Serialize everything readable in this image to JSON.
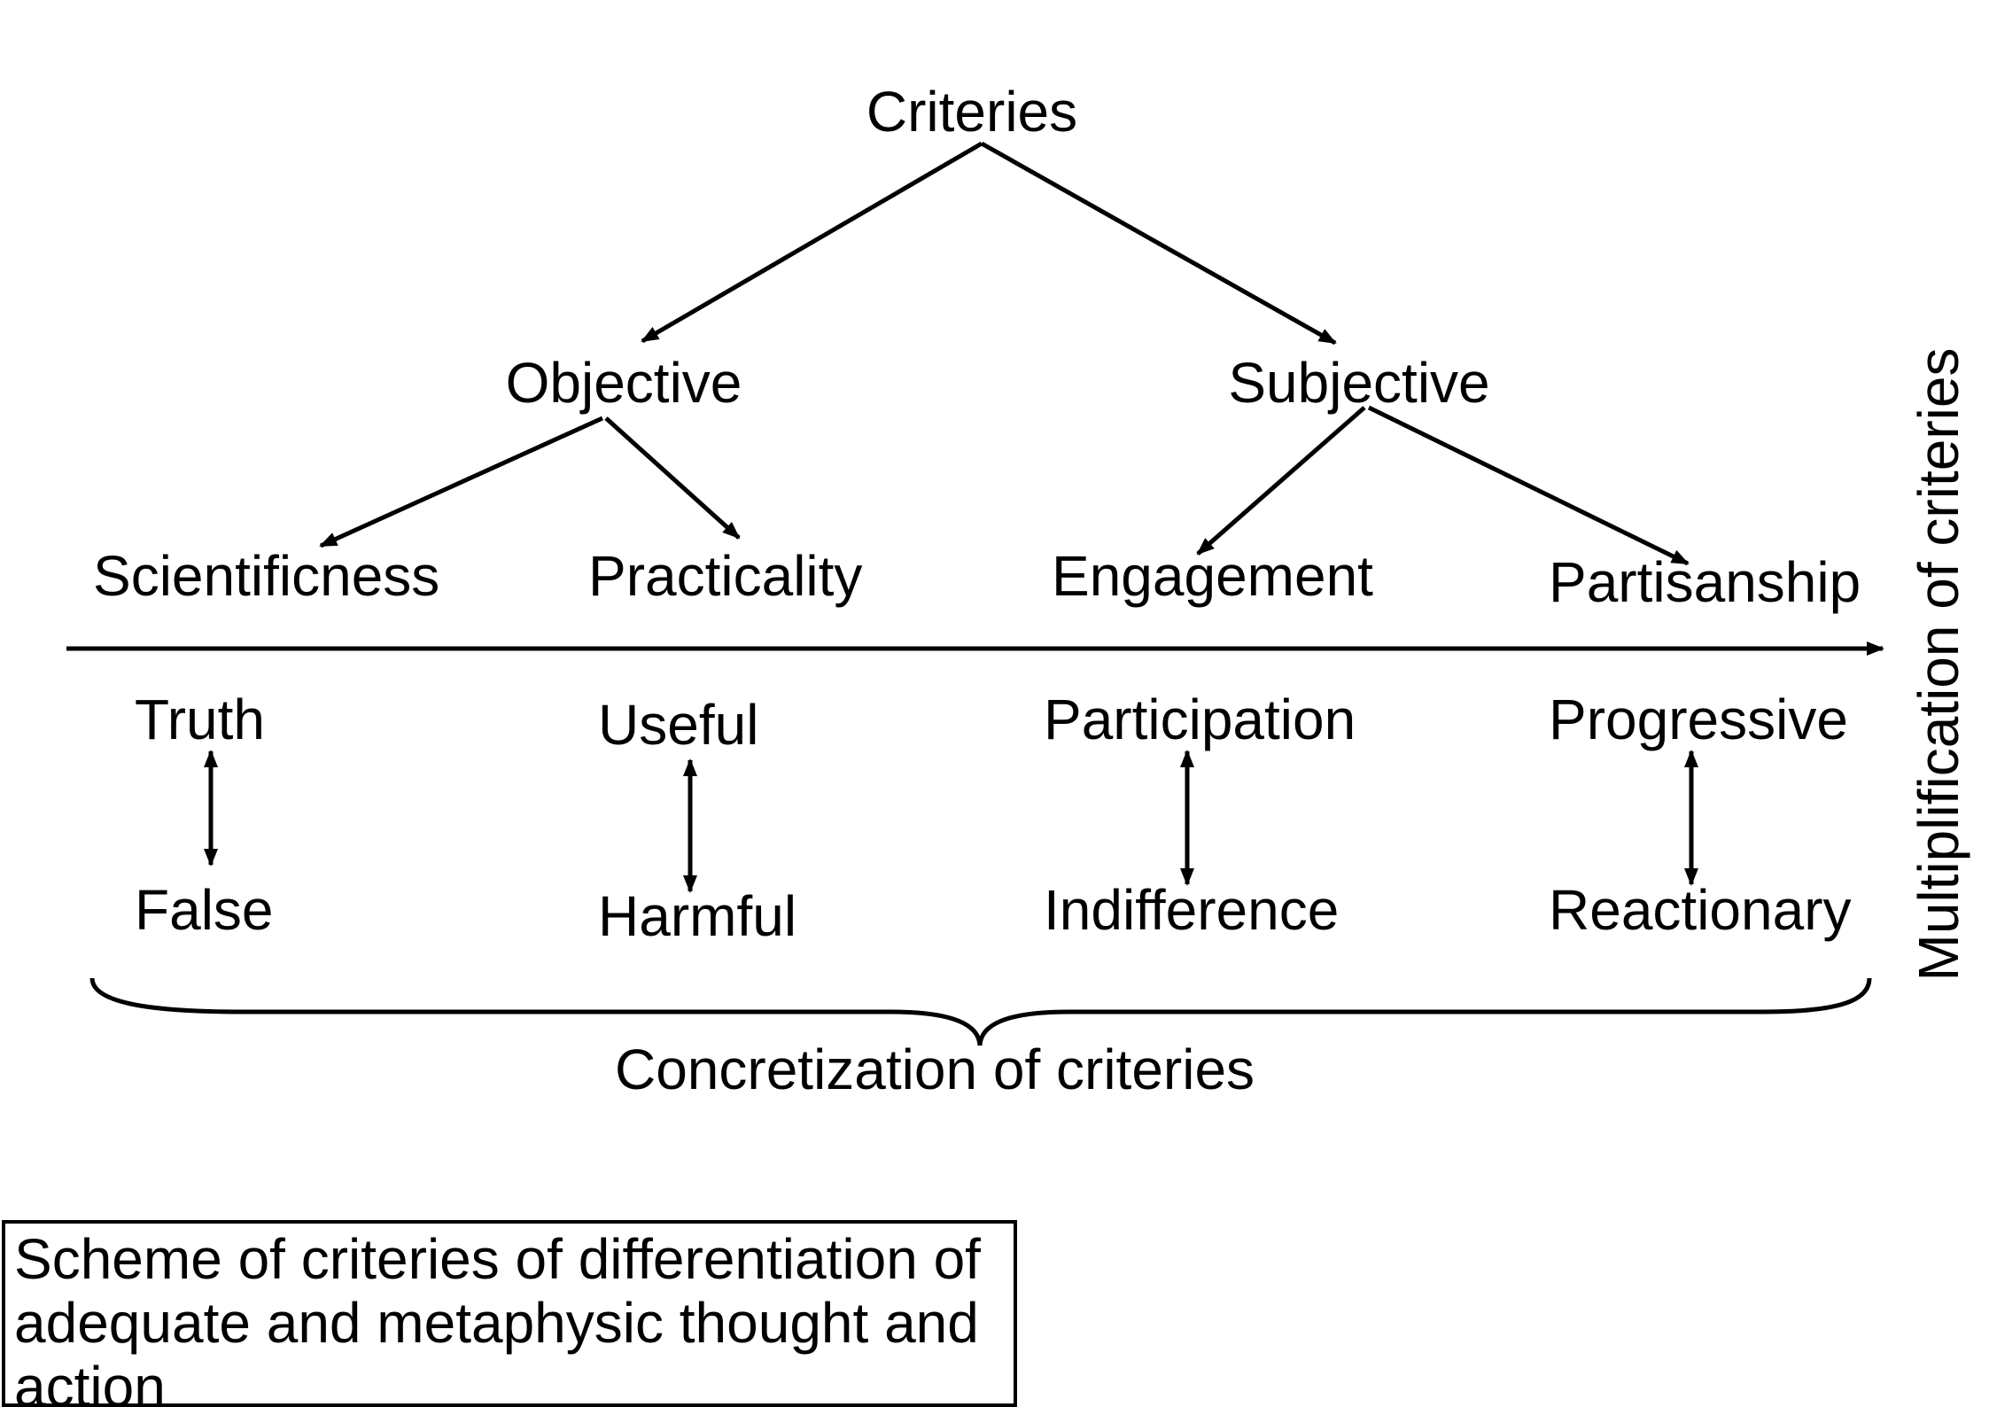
{
  "root": "Criteries",
  "branches": [
    {
      "label": "Objective",
      "criteria": [
        {
          "label": "Scientificness",
          "positive": "Truth",
          "negative": "False"
        },
        {
          "label": "Practicality",
          "positive": "Useful",
          "negative": "Harmful"
        }
      ]
    },
    {
      "label": "Subjective",
      "criteria": [
        {
          "label": "Engagement",
          "positive": "Participation",
          "negative": "Indifference"
        },
        {
          "label": "Partisanship",
          "positive": "Progressive",
          "negative": "Reactionary"
        }
      ]
    }
  ],
  "axis_label": "Multiplification of criteries",
  "brace_label": "Concretization of criteries",
  "caption": "Scheme of criteries of differentiation of adequate and metaphysic thought and action"
}
